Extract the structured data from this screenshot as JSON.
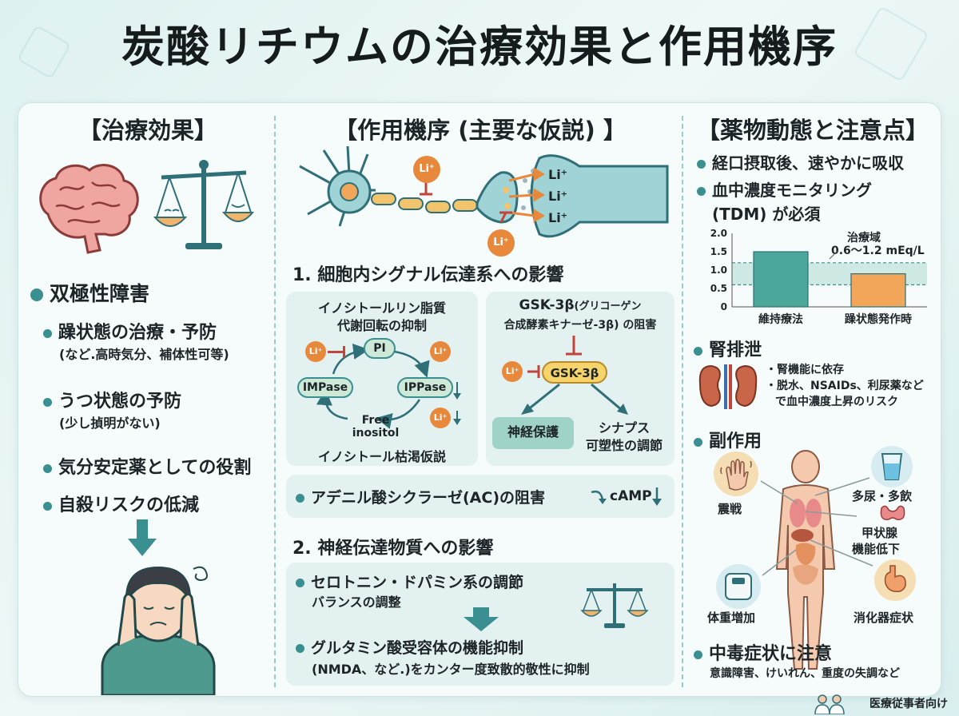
{
  "title": "炭酸リチウムの治療効果と作用機序",
  "colors": {
    "accent": "#3a8f91",
    "lithium": "#e8883a",
    "inhibit": "#c2453b",
    "panel": "#f6fbfb"
  },
  "left": {
    "heading": "【治療効果】",
    "section": "双極性障害",
    "items": [
      {
        "label": "躁状態の治療・予防",
        "note": "(など.高時気分、補体性可等)"
      },
      {
        "label": "うつ状態の予防",
        "note": "(少し揁明がない)"
      },
      {
        "label": "気分安定薬としての役割",
        "note": ""
      },
      {
        "label": "自殺リスクの低減",
        "note": ""
      }
    ],
    "icons": [
      "brain-icon",
      "balance-scale-icon",
      "down-arrow-icon",
      "distressed-person-icon"
    ]
  },
  "middle": {
    "heading": "【作用機序 (主要な仮説) 】",
    "neuron": {
      "li_labels": [
        "Li⁺",
        "Li⁺",
        "Li⁺",
        "Li⁺",
        "Li⁺"
      ]
    },
    "sec1_title": "1. 細胞内シグナル伝達系への影響",
    "ipt": {
      "title1": "イノシトールリン脂質",
      "title2": "代謝回転の抑制",
      "pi": "PI",
      "impase": "IMPase",
      "ippase": "IPPase",
      "free1": "Free",
      "free2": "inositol",
      "caption": "イノシトール枯渇仮説",
      "li": "Li⁺"
    },
    "gsk": {
      "title1": "GSK-3β",
      "title1b": "(グリコーゲン",
      "title2": "合成酵素キナーゼ-3β) の阻害",
      "node": "GSK-3β",
      "out1": "神経保護",
      "out2a": "シナプス",
      "out2b": "可塑性の調節",
      "li": "Li⁺"
    },
    "ac": {
      "label": "アデニル酸シクラーゼ(AC)の阻害",
      "camp": "cAMP"
    },
    "sec2_title": "2. 神経伝達物質への影響",
    "nt": {
      "item1": "セロトニン・ドパミン系の調節",
      "item1_sub": "バランスの調整",
      "item2": "グルタミン酸受容体の機能抑制",
      "item2_sub": "(NMDA、など.)をカンター度致散的敬性に抑制"
    }
  },
  "right": {
    "heading": "【薬物動態と注意点】",
    "pk1": "経口摂取後、速やかに吸収",
    "pk2a": "血中濃度モニタリング",
    "pk2b": "(TDM) が必須",
    "chart_title1": "治療域",
    "chart_title2": "0.6〜1.2 mEq/L",
    "renal_title": "腎排泄",
    "renal_items": [
      "・腎機能に依存",
      "・脱水、NSAIDs、利尿薬など",
      "で血中濃度上昇のリスク"
    ],
    "se_title": "副作用",
    "side_effects": [
      "震戦",
      "多尿・多飲",
      "甲状腺",
      "機能低下",
      "体重増加",
      "消化器症状"
    ],
    "tox_title": "中毒症状に注意",
    "tox_sub": "意識障害、けいれん、重度の失調など"
  },
  "chart_data": {
    "type": "bar",
    "categories": [
      "維持療法",
      "躁状態発作時"
    ],
    "values": [
      1.5,
      0.9
    ],
    "yticks": [
      "2.0",
      "1.5",
      "1.0",
      "0.5",
      "0"
    ],
    "ylim": [
      0,
      2.0
    ],
    "band": [
      0.6,
      1.2
    ],
    "colors": [
      "#4aa79a",
      "#f2a65a"
    ]
  },
  "footer": "医療従事者向け"
}
